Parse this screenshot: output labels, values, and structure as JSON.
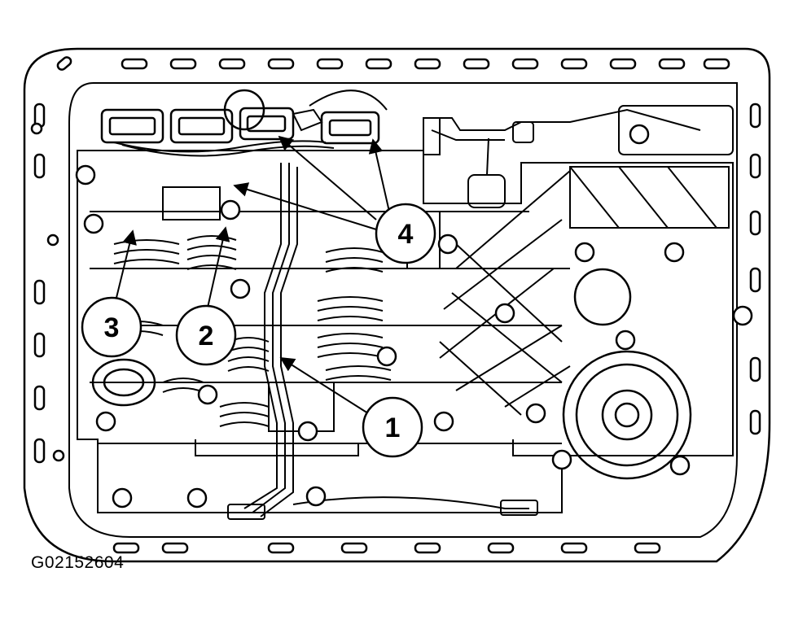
{
  "figure": {
    "id": "G02152604",
    "callouts": [
      "1",
      "2",
      "3",
      "4"
    ]
  },
  "colors": {
    "line": "#000000",
    "background": "#ffffff"
  }
}
